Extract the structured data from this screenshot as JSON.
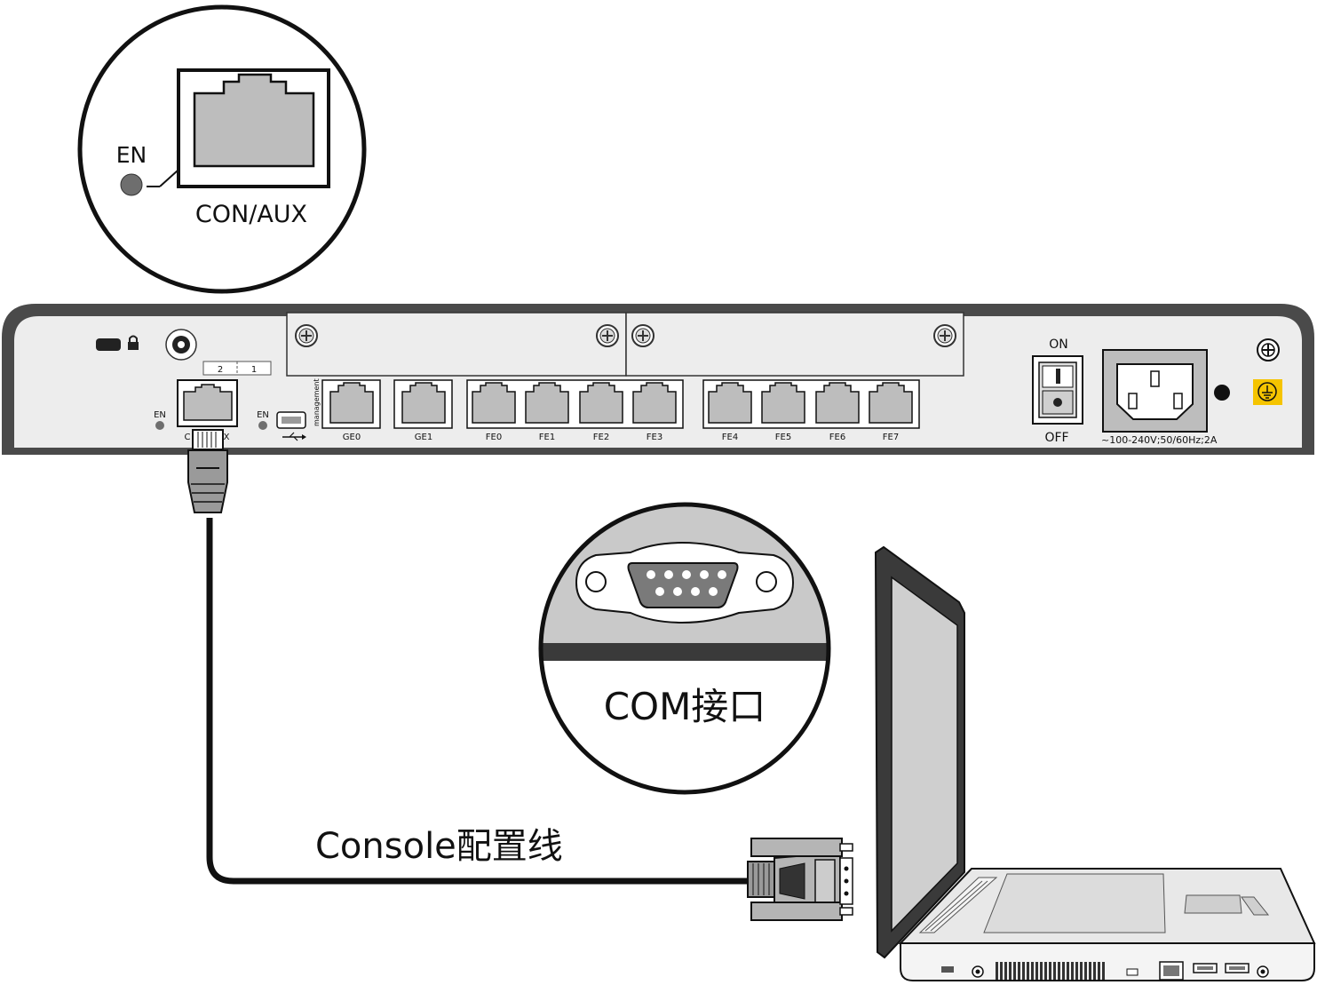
{
  "colors": {
    "port_fill": "#bdbdbd",
    "panel_fill": "#ededed",
    "chassis_dark": "#4a4a4a",
    "cable": "#111111",
    "ground_badge": "#f5c400",
    "led_gray": "#6e6e6e"
  },
  "zoom_console": {
    "led_label": "EN",
    "port_label": "CON/AUX"
  },
  "zoom_com": {
    "label": "COM接口"
  },
  "router": {
    "en_left": "EN",
    "en_usb": "EN",
    "slot_label_2": "2",
    "slot_label_1": "1",
    "console_label_partial_left": "C",
    "console_label_partial_right": "X",
    "management_label": "management",
    "ports": [
      "GE0",
      "GE1",
      "FE0",
      "FE1",
      "FE2",
      "FE3",
      "FE4",
      "FE5",
      "FE6",
      "FE7"
    ],
    "switch_on": "ON",
    "switch_off": "OFF",
    "power_rating": "~100-240V;50/60Hz;2A"
  },
  "cable": {
    "label": "Console配置线"
  },
  "icons": [
    "lock-icon",
    "screw-icon",
    "usb-icon",
    "ground-icon",
    "rj45-port-icon",
    "db9-port-icon",
    "laptop-icon"
  ]
}
